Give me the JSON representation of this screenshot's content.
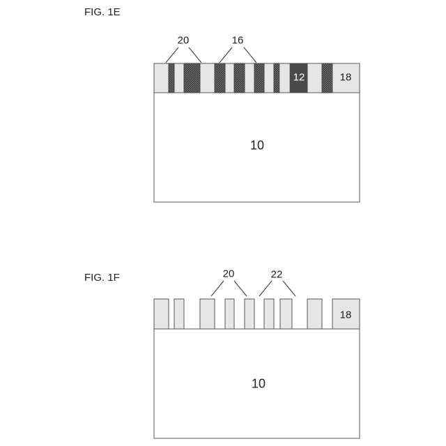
{
  "figures": {
    "fig_1e": {
      "caption": "FIG. 1E",
      "substrate_label": "10",
      "region_18_label": "18",
      "region_12_label": "12",
      "callout_20": "20",
      "callout_16": "16"
    },
    "fig_1f": {
      "caption": "FIG. 1F",
      "substrate_label": "10",
      "region_18_label": "18",
      "callout_20": "20",
      "callout_22": "22"
    }
  },
  "colors": {
    "outline": "#555555",
    "light_fill": "#e6e6e6",
    "dark_fill": "#4a4a4a",
    "substrate_fill": "#ffffff"
  }
}
